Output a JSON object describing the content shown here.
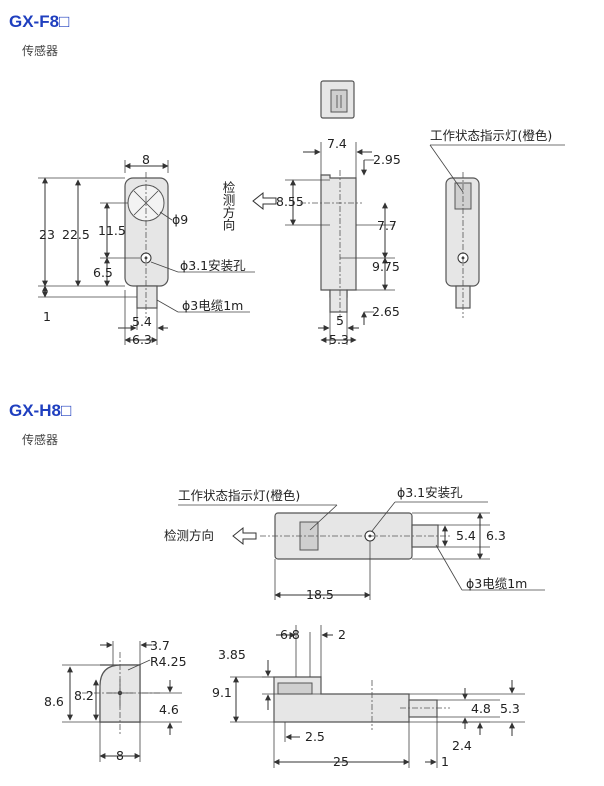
{
  "sections": [
    {
      "model": "GX-F8□",
      "subtitle": "传感器"
    },
    {
      "model": "GX-H8□",
      "subtitle": "传感器"
    }
  ],
  "f8": {
    "front": {
      "width": "8",
      "h_total": "23",
      "h_body": "22.5",
      "h_mid": "11.5",
      "h_low": "6.5",
      "tail": "1",
      "dia": "ϕ9",
      "hole": "ϕ3.1安装孔",
      "cable": "ϕ3电缆1m",
      "w1": "5.4",
      "w2": "6.3"
    },
    "side": {
      "top": "7.4",
      "off": "2.95",
      "detect": "检测方向",
      "d1": "8.55",
      "d2": "7.7",
      "d3": "9.75",
      "d4": "2.65",
      "w1": "5",
      "w2": "5.3"
    },
    "back": {
      "indicator": "工作状态指示灯(橙色)"
    }
  },
  "h8": {
    "top": {
      "indicator": "工作状态指示灯(橙色)",
      "hole": "ϕ3.1安装孔",
      "detect": "检测方向",
      "d1": "5.4",
      "d2": "6.3",
      "len": "18.5",
      "cable": "ϕ3电缆1m"
    },
    "end": {
      "r": "3.7",
      "radius": "R4.25",
      "h1": "8.6",
      "h2": "8.2",
      "h3": "4.6",
      "w": "8"
    },
    "side": {
      "a": "6.8",
      "b": "2",
      "c": "3.85",
      "d": "9.1",
      "e": "4.8",
      "f": "5.3",
      "g": "2.5",
      "h": "2.4",
      "len": "25",
      "t": "1"
    }
  }
}
